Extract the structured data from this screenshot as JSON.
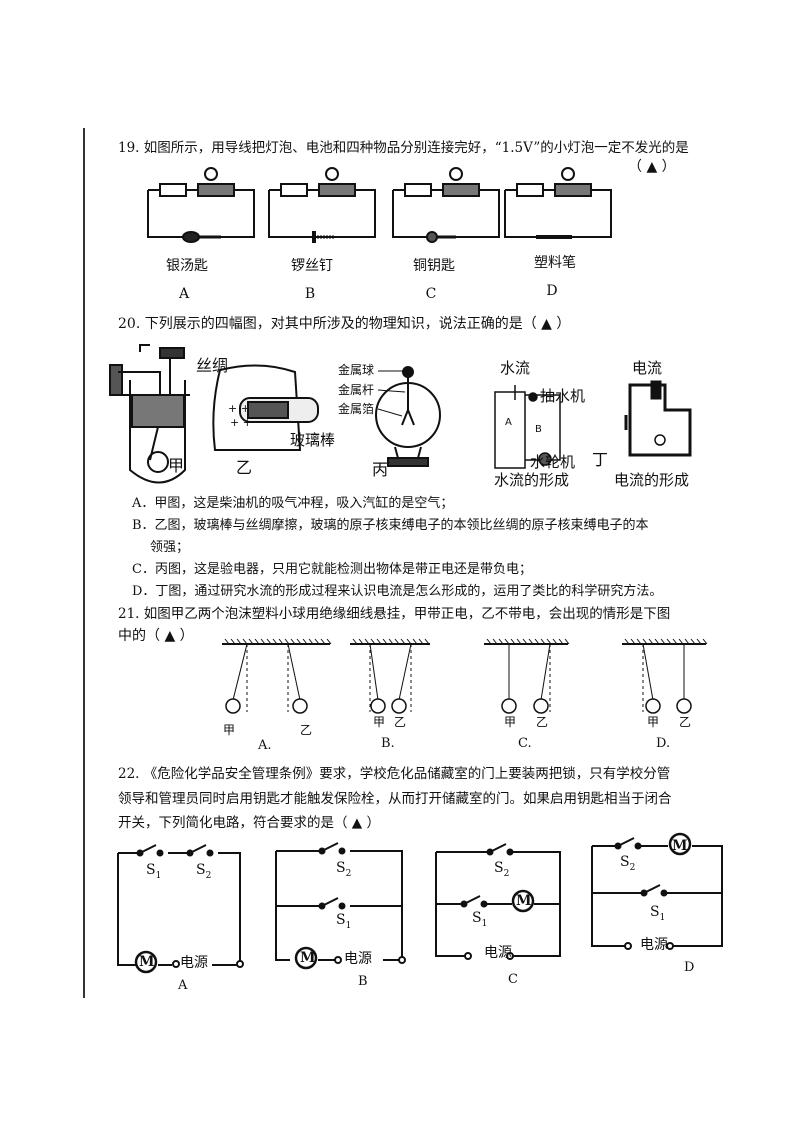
{
  "q19": {
    "text": "19. 如图所示，用导线把灯泡、电池和四种物品分别连接完好，“1.5V”的小灯泡一定不发光的是",
    "answer_mark": "（ ▲ ）",
    "items": [
      {
        "object": "银汤匙",
        "letter": "A"
      },
      {
        "object": "锣丝钉",
        "letter": "B"
      },
      {
        "object": "铜钥匙",
        "letter": "C"
      },
      {
        "object": "塑料笔",
        "letter": "D"
      }
    ]
  },
  "q20": {
    "text": "20. 下列展示的四幅图，对其中所涉及的物理知识，说法正确的是（ ▲ ）",
    "fig_labels": {
      "jia": "甲",
      "yi": "乙",
      "silk": "丝绸",
      "glass_rod": "玻璃棒",
      "bing": "丙",
      "metal_ball": "金属球",
      "metal_rod": "金属杆",
      "metal_foil": "金属箔",
      "water_flow": "水流",
      "pump": "抽水机",
      "turbine": "水轮机",
      "water_formation": "水流的形成",
      "ding": "丁",
      "current": "电流",
      "current_formation": "电流的形成"
    },
    "options": [
      "A．甲图，这是柴油机的吸气冲程，吸入汽缸的是空气；",
      "B．乙图，玻璃棒与丝绸摩擦，玻璃的原子核束缚电子的本领比丝绸的原子核束缚电子的本",
      "领强；",
      "C．丙图，这是验电器，只用它就能检测出物体是带正电还是带负电；",
      "D．丁图，通过研究水流的形成过程来认识电流是怎么形成的，运用了类比的科学研究方法。"
    ]
  },
  "q21": {
    "line1": "21. 如图甲乙两个泡沫塑料小球用绝缘细线悬挂，甲带正电，乙不带电，会出现的情形是下图",
    "line2": "中的（ ▲ ）",
    "ball_jia": "甲",
    "ball_yi": "乙",
    "letters": [
      "A.",
      "B.",
      "C.",
      "D."
    ]
  },
  "q22": {
    "line1": "22. 《危险化学品安全管理条例》要求，学校危化品储藏室的门上要装两把锁，只有学校分管",
    "line2": "领导和管理员同时启用钥匙才能触发保险栓，从而打开储藏室的门。如果启用钥匙相当于闭合",
    "line3": "开关，下列简化电路，符合要求的是（ ▲ ）",
    "s1": "S",
    "s1_sub": "1",
    "s2": "S",
    "s2_sub": "2",
    "motor": "M",
    "power": "电源",
    "letters": [
      "A",
      "B",
      "C",
      "D"
    ]
  }
}
